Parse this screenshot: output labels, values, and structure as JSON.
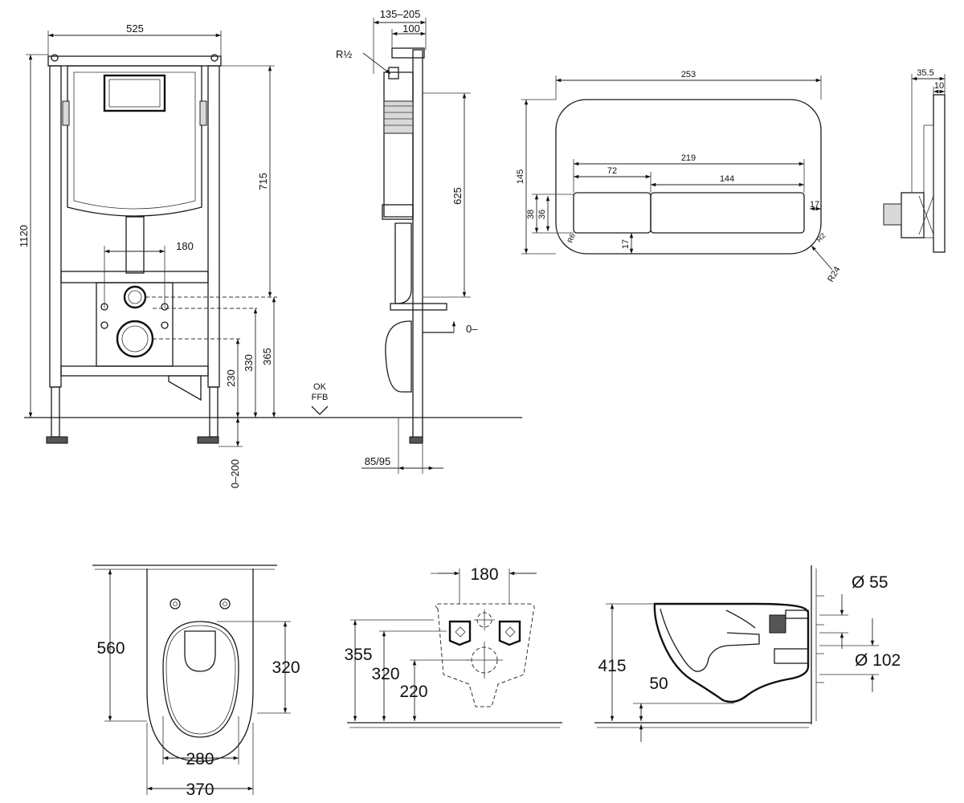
{
  "frame_front": {
    "width": "525",
    "height_total": "1120",
    "height_715": "715",
    "spacing_180": "180",
    "h_365": "365",
    "h_330": "330",
    "h_230": "230",
    "adj_0_200": "0–200",
    "floor_ok": "OK",
    "floor_ffb": "FFB"
  },
  "frame_side": {
    "depth_135_205": "135–205",
    "depth_100": "100",
    "thread": "R½",
    "h_625": "625",
    "off_0": "0–",
    "bottom_85_95": "85/95"
  },
  "plate_front": {
    "w_253": "253",
    "h_145": "145",
    "w_219": "219",
    "w_72": "72",
    "w_144": "144",
    "h_38": "38",
    "h_36": "36",
    "h_17a": "17",
    "h_17b": "17",
    "r6": "R6",
    "r2": "R2",
    "r24": "R24"
  },
  "plate_side": {
    "d_35_5": "35.5",
    "d_10": "10"
  },
  "bowl_top": {
    "length_560": "560",
    "inner_320": "320",
    "inner_280": "280",
    "width_370": "370"
  },
  "bowl_back": {
    "spacing_180": "180",
    "h_355": "355",
    "h_320": "320",
    "h_220": "220"
  },
  "bowl_side": {
    "h_415": "415",
    "h_50": "50",
    "dia_55": "Ø 55",
    "dia_102": "Ø 102"
  }
}
